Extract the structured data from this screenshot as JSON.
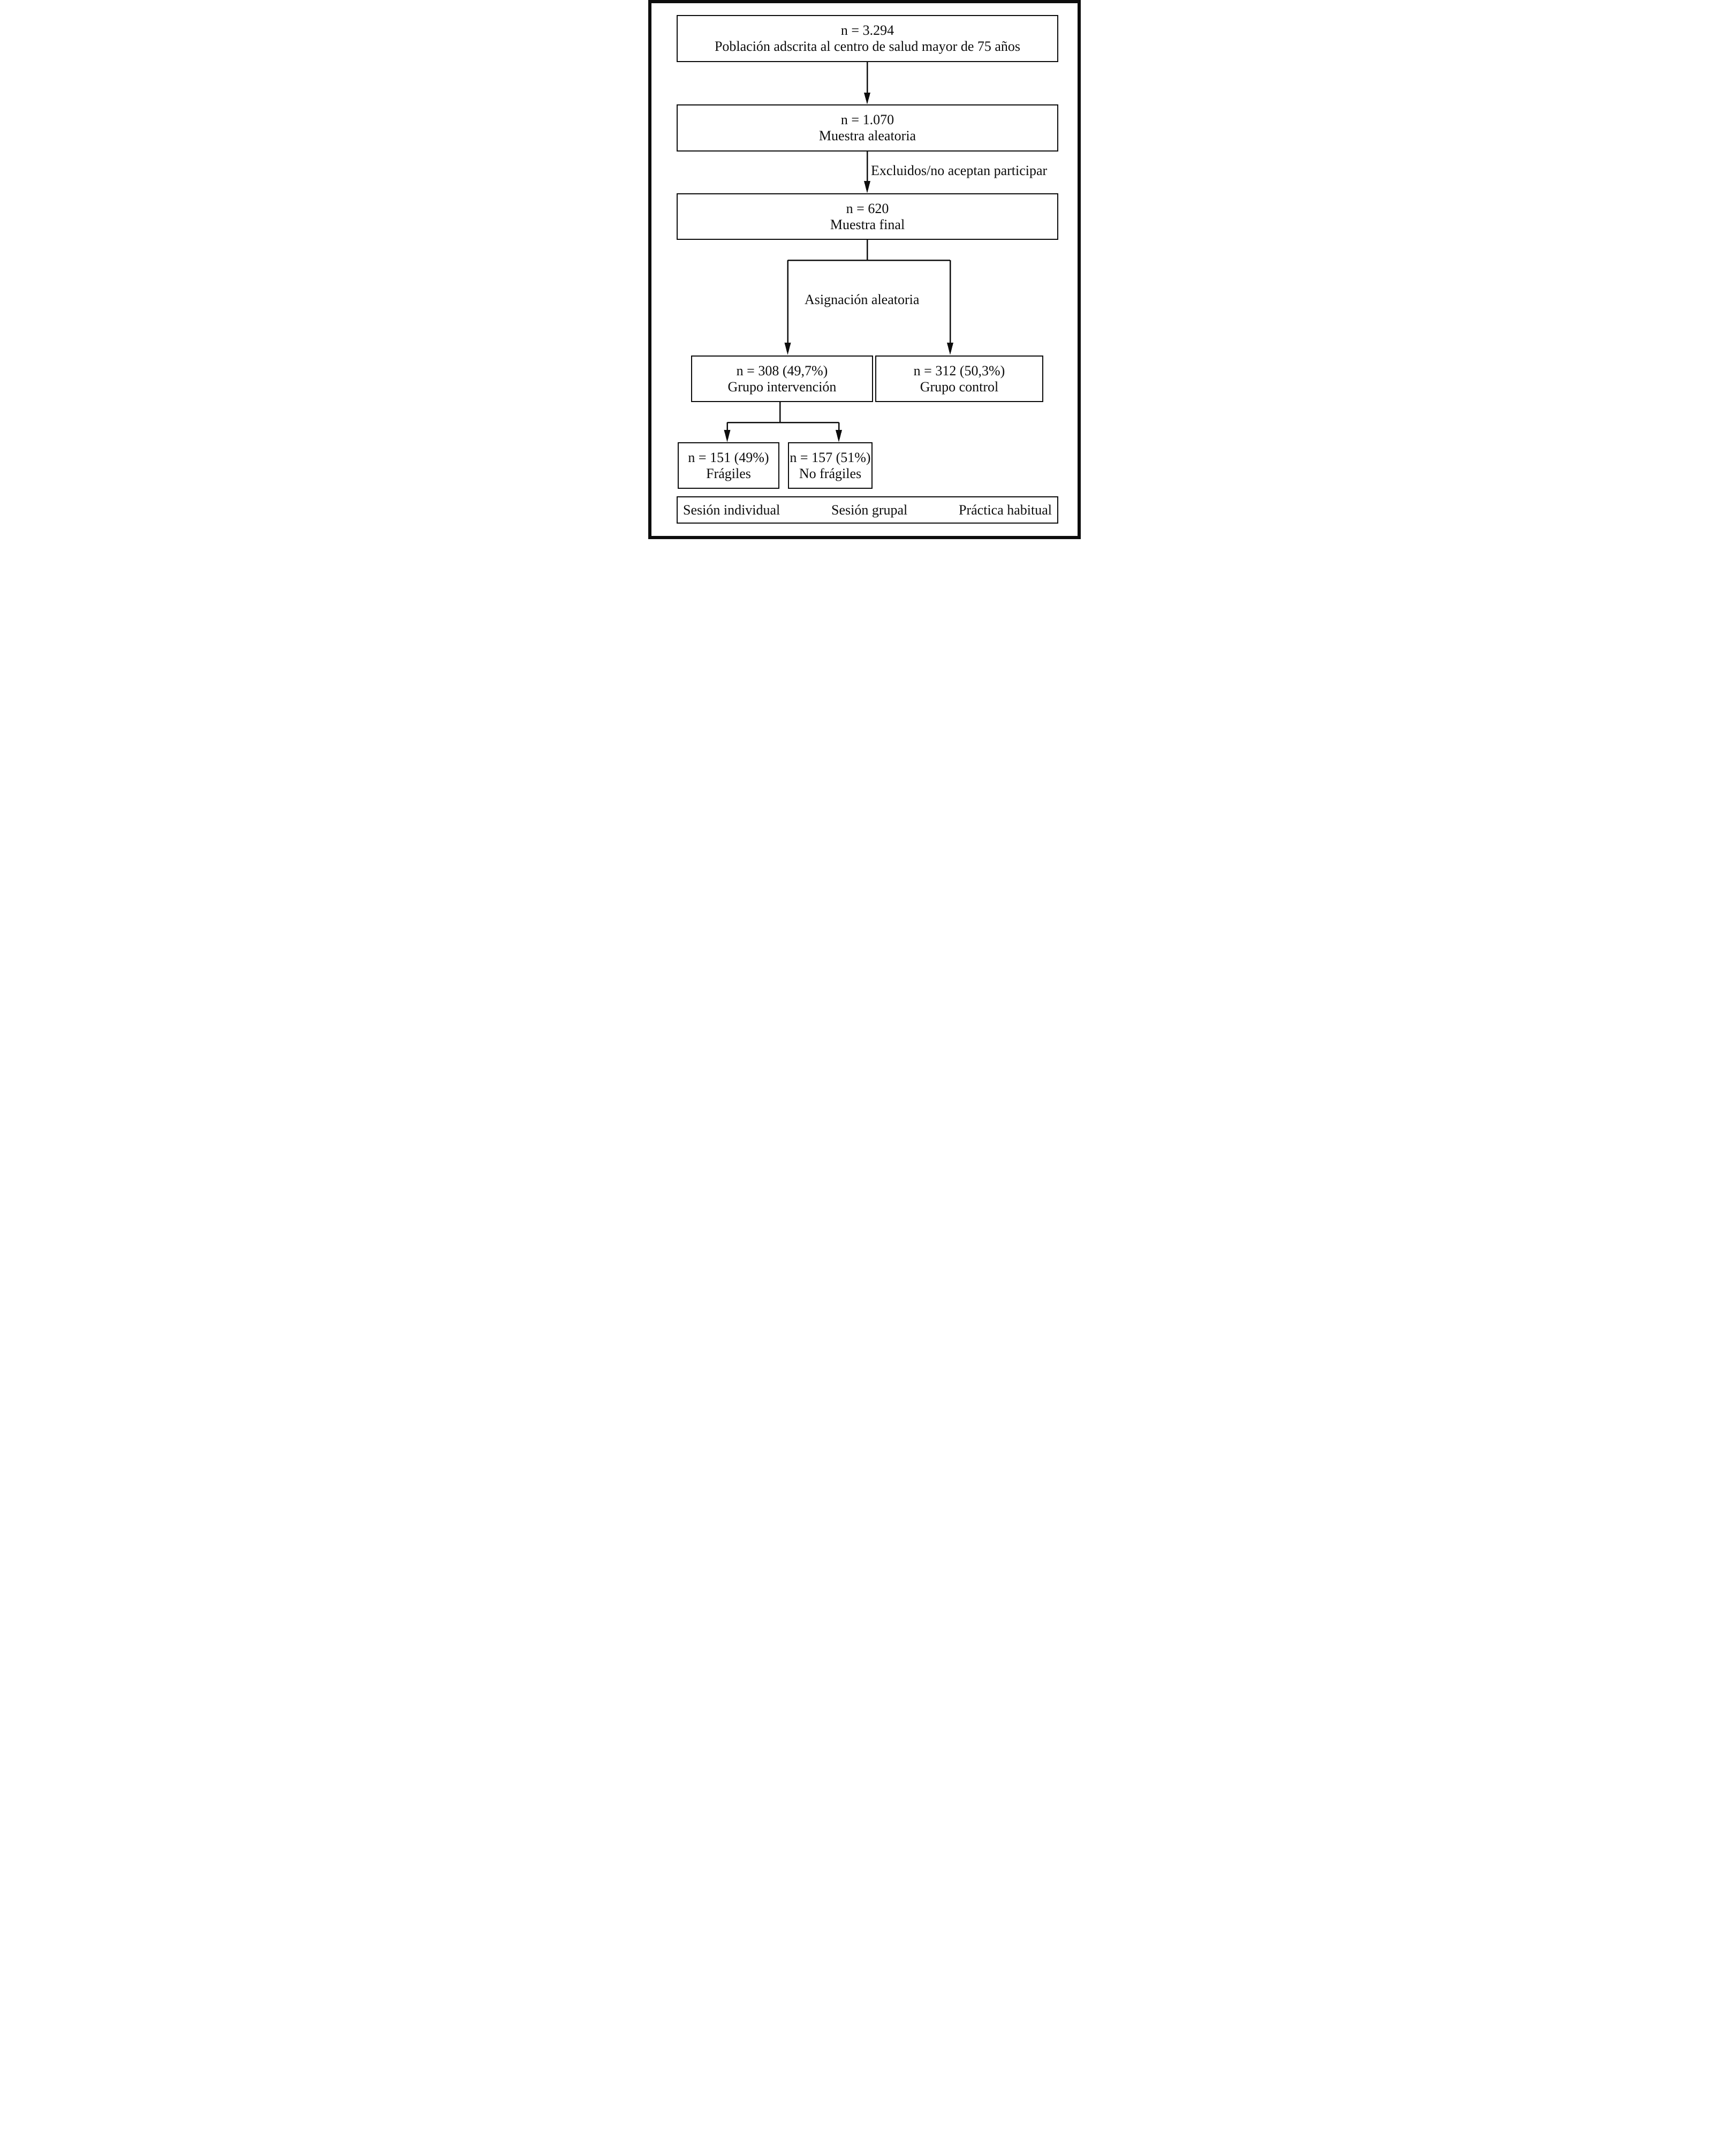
{
  "diagram": {
    "type": "flowchart",
    "nodes": {
      "population": {
        "count": "n = 3.294",
        "label": "Población adscrita al centro de salud mayor de 75 años"
      },
      "random_sample": {
        "count": "n = 1.070",
        "label": "Muestra aleatoria"
      },
      "final_sample": {
        "count": "n = 620",
        "label": "Muestra final"
      },
      "intervention_group": {
        "count": "n = 308 (49,7%)",
        "label": "Grupo intervención"
      },
      "control_group": {
        "count": "n = 312 (50,3%)",
        "label": "Grupo control"
      },
      "fragile": {
        "count": "n = 151 (49%)",
        "label": "Frágiles"
      },
      "non_fragile": {
        "count": "n = 157 (51%)",
        "label": "No frágiles"
      }
    },
    "edge_labels": {
      "exclusion": "Excluidos/no aceptan participar",
      "randomization": "Asignación aleatoria"
    },
    "flow": [
      "population -> random_sample",
      "random_sample -> final_sample (Excluidos/no aceptan participar)",
      "final_sample -> intervention_group (Asignación aleatoria)",
      "final_sample -> control_group (Asignación aleatoria)",
      "intervention_group -> fragile",
      "intervention_group -> non_fragile"
    ],
    "footer_items": [
      "Sesión individual",
      "Sesión grupal",
      "Práctica habitual"
    ],
    "colors": {
      "ink": "#0d0d0d",
      "background": "#ffffff"
    }
  }
}
